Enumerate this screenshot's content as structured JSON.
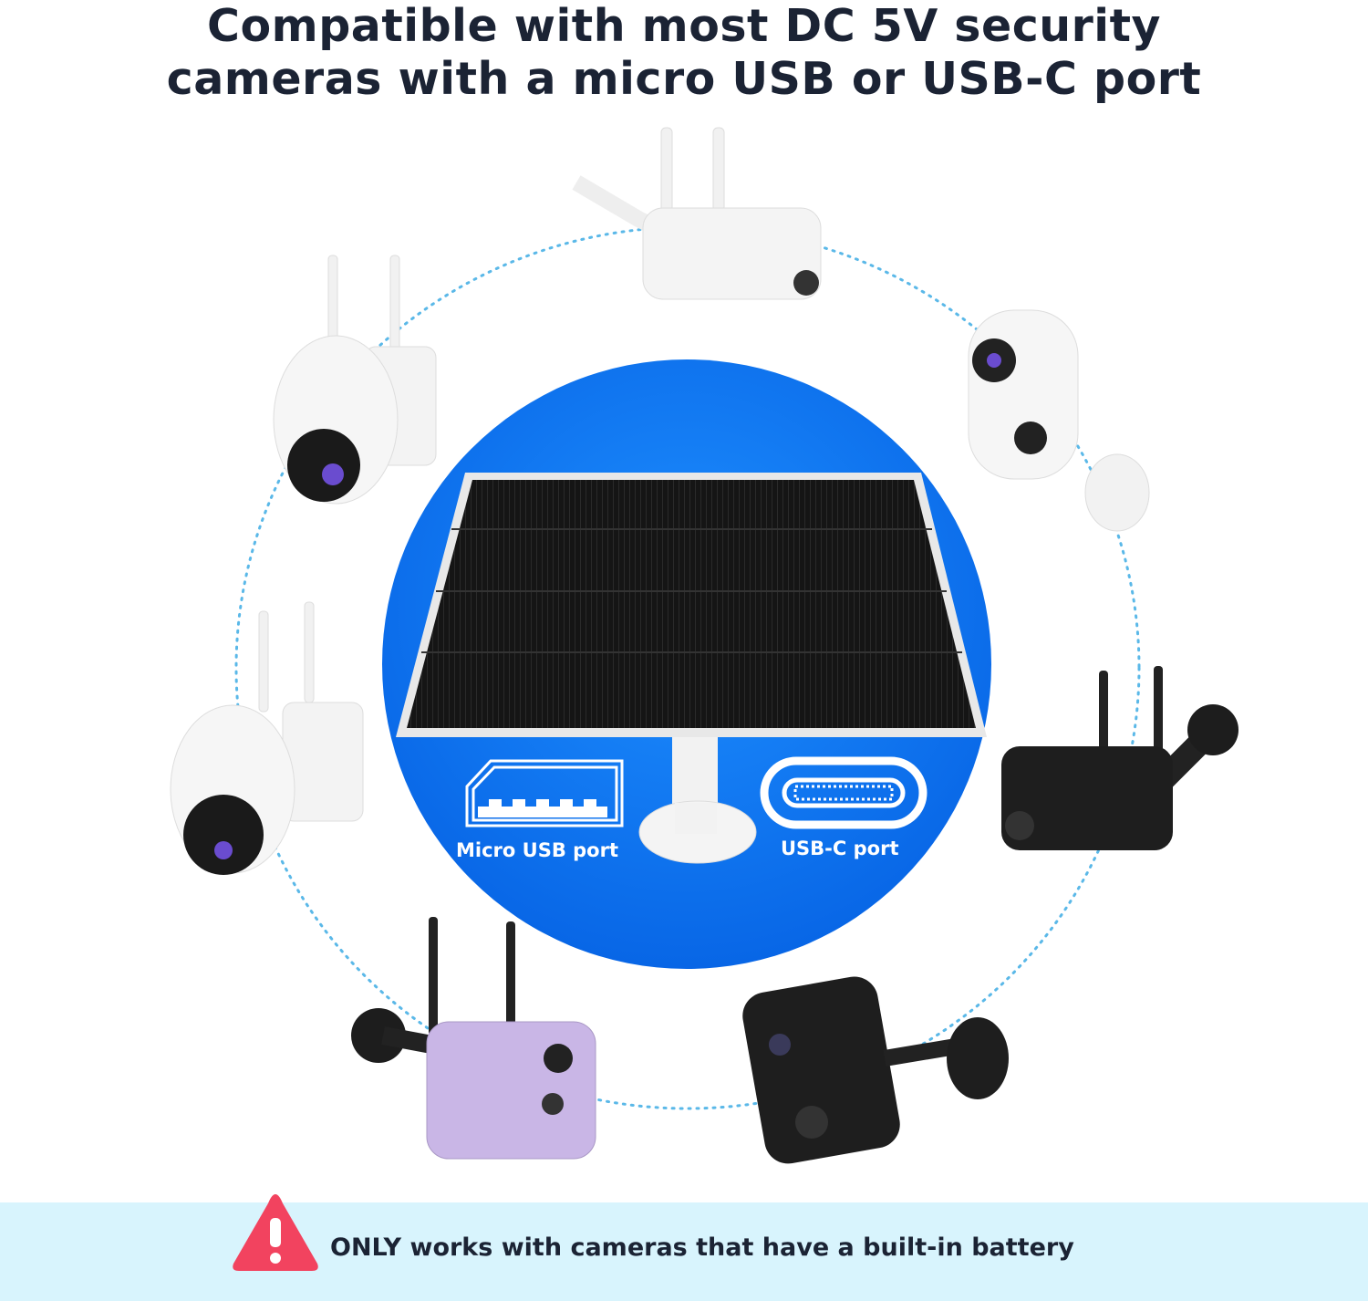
{
  "header": {
    "title_line1": "Compatible with most DC 5V security",
    "title_line2": "cameras with a micro USB or USB-C port"
  },
  "ports": {
    "micro_usb_label": "Micro USB port",
    "usb_c_label": "USB-C port"
  },
  "notice": {
    "icon": "warning-triangle-icon",
    "text": "ONLY works with cameras that have a built-in battery"
  },
  "colors": {
    "circle_blue": "#0f7af5",
    "warning_red": "#f2435f",
    "banner_bg": "#d8f4fd",
    "title_text": "#1b2334",
    "dotted_ring": "#5ab8e8"
  }
}
